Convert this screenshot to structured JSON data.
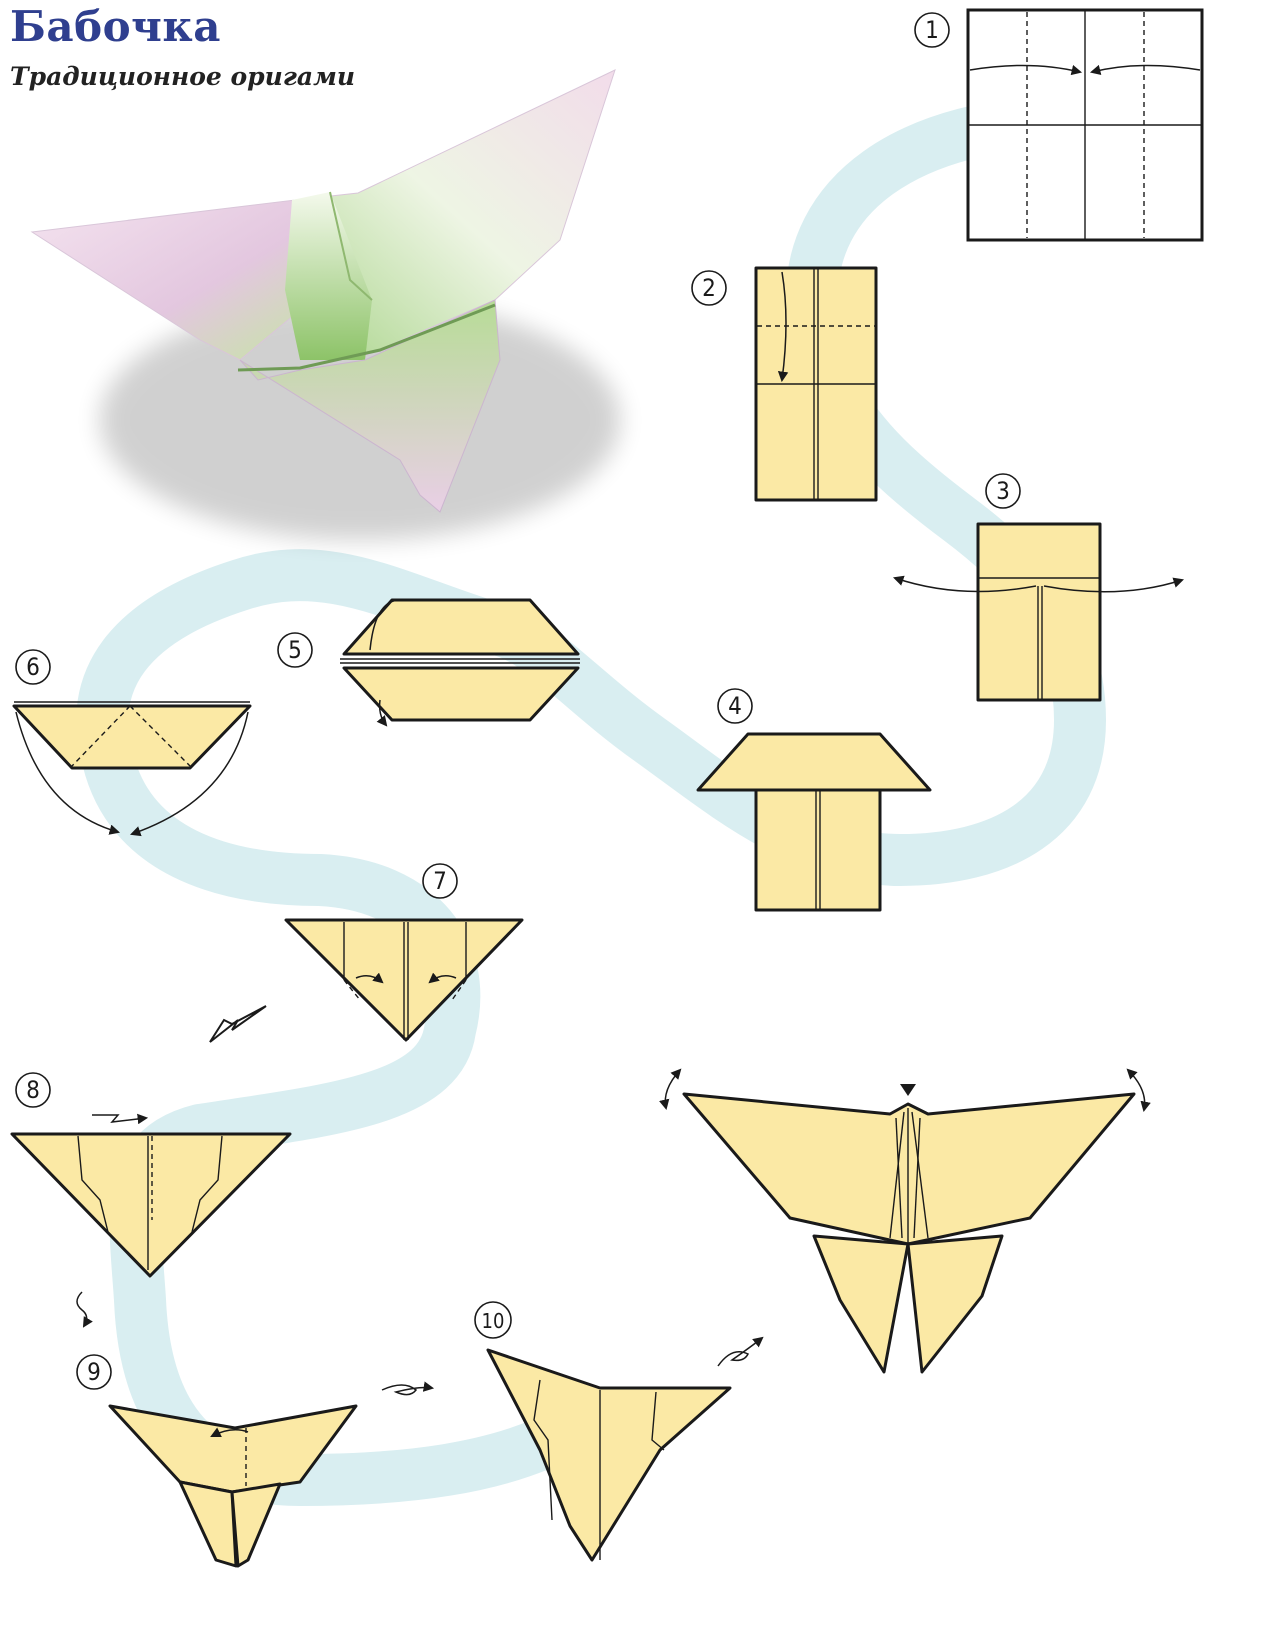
{
  "header": {
    "title": "Бабочка",
    "subtitle": "Традиционное оригами"
  },
  "colors": {
    "path": "#d9eef1",
    "paper": "#fbe9a5",
    "title": "#2f3f8f"
  },
  "steps": [
    "1",
    "2",
    "3",
    "4",
    "5",
    "6",
    "7",
    "8",
    "9",
    "10"
  ],
  "photo": {
    "alt": "origami-butterfly-photo"
  }
}
